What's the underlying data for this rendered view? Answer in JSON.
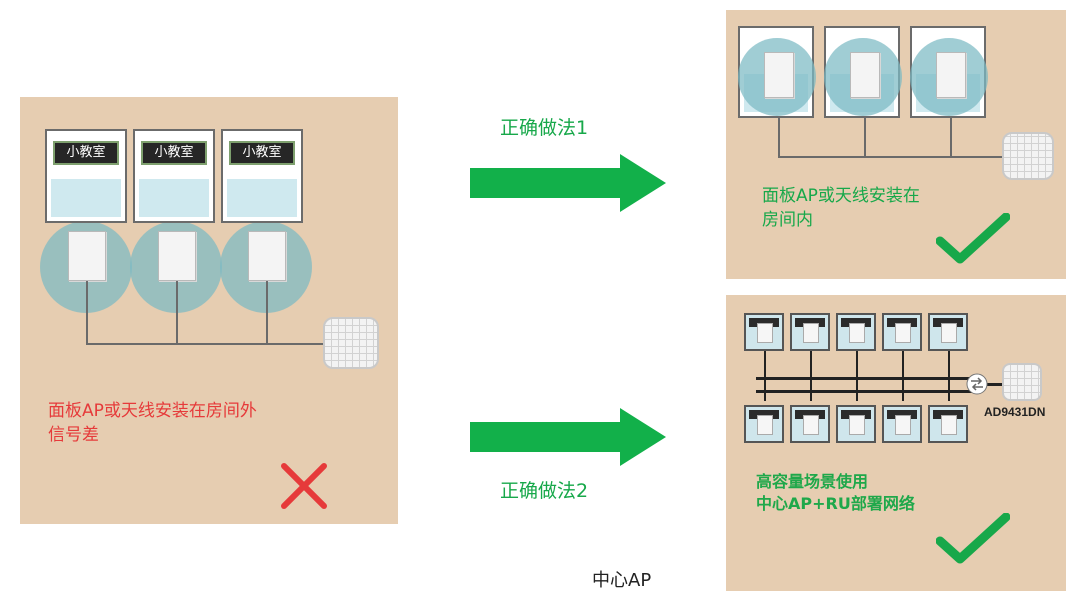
{
  "wrong_panel": {
    "room_sign": "小教室",
    "caption_line1": "面板AP或天线安装在房间外",
    "caption_line2": "信号差"
  },
  "method1": {
    "label": "正确做法1"
  },
  "method2": {
    "label": "正确做法2"
  },
  "right_panel1": {
    "caption_line1": "面板AP或天线安装在",
    "caption_line2": "房间内"
  },
  "right_panel2": {
    "caption_line1": "高容量场景使用",
    "caption_line2": "中心AP+RU部署网络",
    "model": "AD9431DN"
  },
  "bottom_label": "中心AP",
  "colors": {
    "panel": "#e6cdb1",
    "wrong": "#e63a3a",
    "right": "#17a84a",
    "glow": "#7cbac4"
  }
}
